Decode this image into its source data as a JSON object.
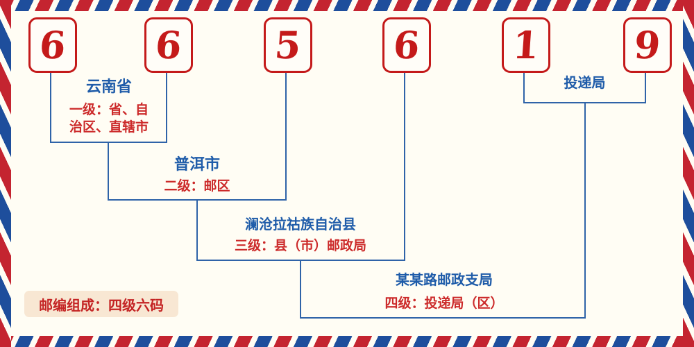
{
  "postal": {
    "code": "665619",
    "digits": [
      "6",
      "6",
      "5",
      "6",
      "1",
      "9"
    ]
  },
  "labels": {
    "level1_name": "云南省",
    "level1_desc": "一级：省、自治区、直辖市",
    "level2_name": "普洱市",
    "level2_desc": "二级：邮区",
    "level3_name": "澜沧拉祜族自治县",
    "level3_desc": "三级：县（市）邮政局",
    "delivery_name": "投递局",
    "level4_name": "某某路邮政支局",
    "level4_desc": "四级：投递局（区）",
    "footer": "邮编组成：四级六码"
  },
  "colors": {
    "digit_red": "#c41a1a",
    "label_blue": "#1f5ca9",
    "label_red": "#cc2a2a",
    "line_blue": "#2f63a8",
    "stripe_red": "#c42430",
    "stripe_blue": "#1e4e9c",
    "badge_bg": "#f8e7d3",
    "background": "#fffdf4"
  }
}
